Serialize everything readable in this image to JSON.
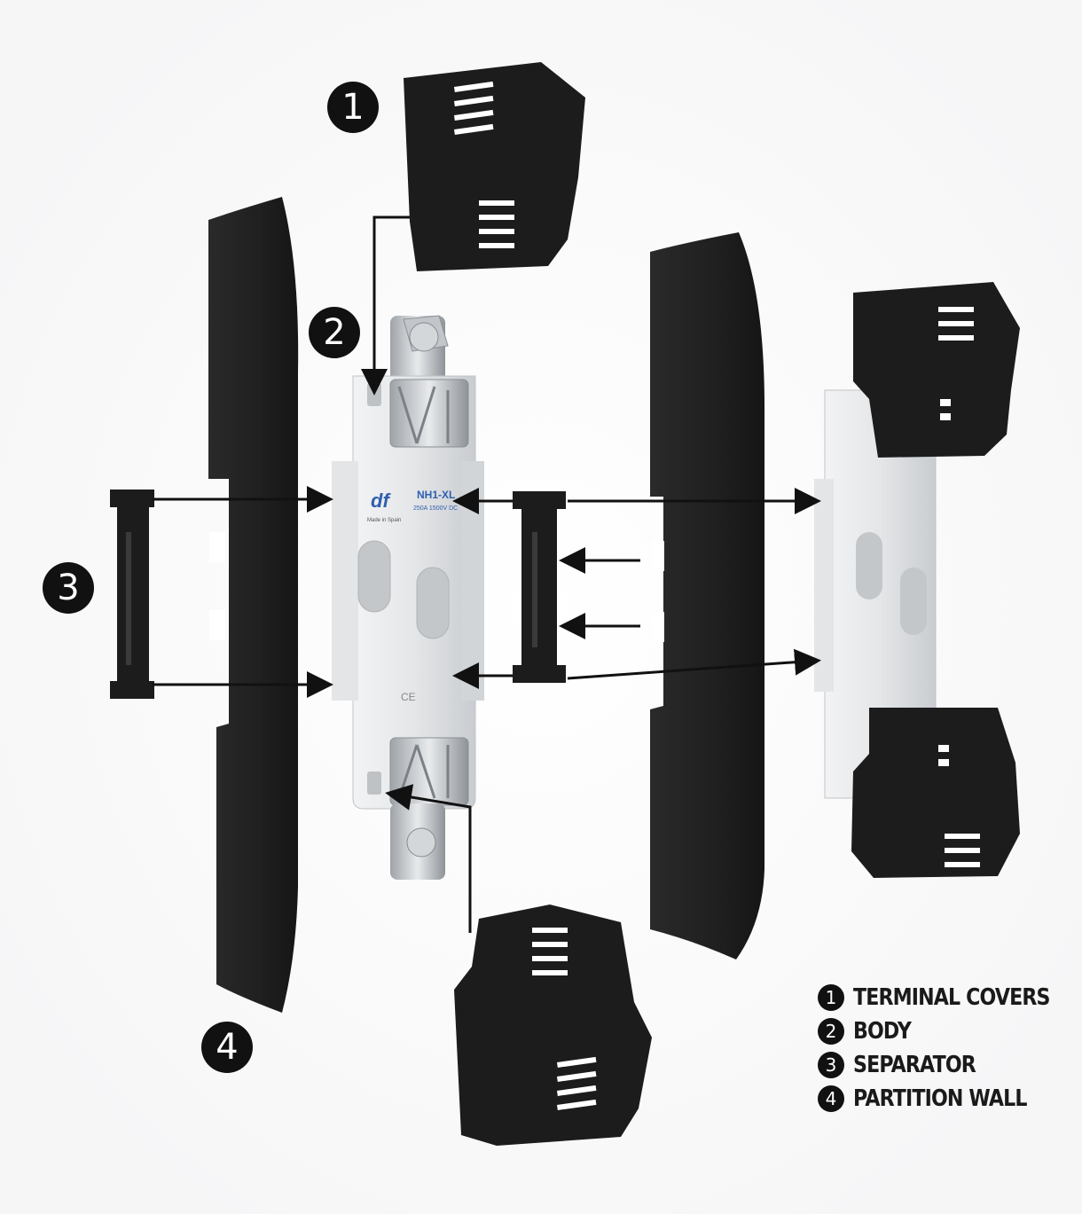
{
  "callouts": {
    "c1": "1",
    "c2": "2",
    "c3": "3",
    "c4": "4"
  },
  "legend": [
    {
      "num": "1",
      "label": "TERMINAL COVERS"
    },
    {
      "num": "2",
      "label": "BODY"
    },
    {
      "num": "3",
      "label": "SEPARATOR"
    },
    {
      "num": "4",
      "label": "PARTITION WALL"
    }
  ],
  "body_label": {
    "brand": "df",
    "model": "NH1-XL",
    "rating": "250A 1500V DC",
    "made_in": "Made in Spain",
    "ce": "CE"
  },
  "colors": {
    "part_black": "#1c1c1c",
    "body_grey": "#dfe1e3",
    "metal": "#b8bcc0",
    "label_blue": "#2f5fb0"
  }
}
